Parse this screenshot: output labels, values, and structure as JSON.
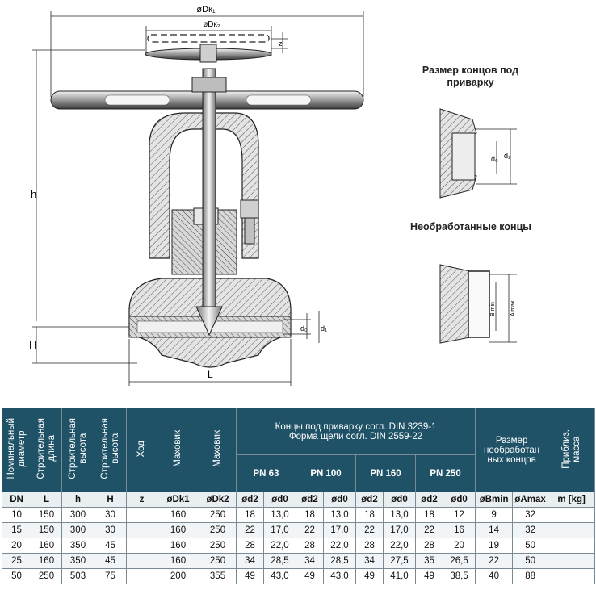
{
  "drawing": {
    "dimensions": {
      "dk1": "øDк₁",
      "dk2": "øDк₂",
      "z": "z",
      "h": "h",
      "H": "H",
      "L": "L",
      "d0": "d₀",
      "d1": "d₁",
      "d2": "d₂",
      "bmin": "B min",
      "amax": "A max"
    },
    "caption_weld": "Размер концов под приварку",
    "caption_raw": "Необработанные концы"
  },
  "table": {
    "headers": {
      "dn": "Номинальный\nдиаметр",
      "l": "Строительная\nдлина",
      "h": "Строительная\nвысота",
      "H": "Строительная\nвысота",
      "z": "Ход",
      "dk1": "Маховик",
      "dk2": "Маховик",
      "ends_line1": "Концы под приварку согл. DIN 3239-1",
      "ends_line2": "Форма щели согл. DIN 2559-22",
      "raw": "Размер необработан ных концов",
      "mass": "Приблиз.\nмасса"
    },
    "pn": [
      "PN 63",
      "PN 100",
      "PN 160",
      "PN 250"
    ],
    "units": [
      "DN",
      "L",
      "h",
      "H",
      "z",
      "øDk1",
      "øDk2",
      "ød2",
      "ød0",
      "ød2",
      "ød0",
      "ød2",
      "ød0",
      "ød2",
      "ød0",
      "øBmin",
      "øAmax",
      "m [kg]"
    ],
    "rows": [
      [
        "10",
        "150",
        "300",
        "30",
        "",
        "160",
        "250",
        "18",
        "13,0",
        "18",
        "13,0",
        "18",
        "13,0",
        "18",
        "12",
        "9",
        "32",
        ""
      ],
      [
        "15",
        "150",
        "300",
        "30",
        "",
        "160",
        "250",
        "22",
        "17,0",
        "22",
        "17,0",
        "22",
        "17,0",
        "22",
        "16",
        "14",
        "32",
        ""
      ],
      [
        "20",
        "160",
        "350",
        "45",
        "",
        "160",
        "250",
        "28",
        "22,0",
        "28",
        "22,0",
        "28",
        "22,0",
        "28",
        "20",
        "19",
        "50",
        ""
      ],
      [
        "25",
        "160",
        "350",
        "45",
        "",
        "160",
        "250",
        "34",
        "28,5",
        "34",
        "28,5",
        "34",
        "27,5",
        "35",
        "26,5",
        "22",
        "50",
        ""
      ],
      [
        "50",
        "250",
        "503",
        "75",
        "",
        "200",
        "355",
        "49",
        "43,0",
        "49",
        "43,0",
        "49",
        "41,0",
        "49",
        "38,5",
        "40",
        "88",
        ""
      ]
    ]
  }
}
